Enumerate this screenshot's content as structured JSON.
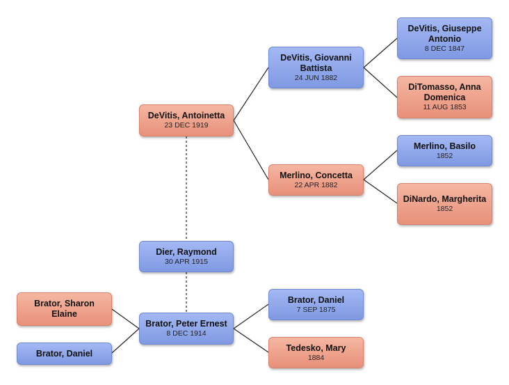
{
  "colors": {
    "male": "#8ea6ec",
    "female": "#f0a28b",
    "line": "#222222"
  },
  "people": {
    "antoinetta": {
      "name": "DeVitis, Antoinetta",
      "date": "23 DEC 1919"
    },
    "raymond": {
      "name": "Dier, Raymond",
      "date": "30 APR 1915"
    },
    "peter": {
      "name": "Brator, Peter Ernest",
      "date": "8 DEC 1914"
    },
    "sharon": {
      "name": "Brator, Sharon Elaine",
      "date": ""
    },
    "daniel_jr": {
      "name": "Brator, Daniel",
      "date": ""
    },
    "giovanni": {
      "name": "DeVitis, Giovanni Battista",
      "date": "24 JUN 1882"
    },
    "concetta": {
      "name": "Merlino, Concetta",
      "date": "22 APR 1882"
    },
    "giuseppe": {
      "name": "DeVitis, Giuseppe Antonio",
      "date": "8 DEC 1847"
    },
    "anna": {
      "name": "DiTomasso, Anna Domenica",
      "date": "11 AUG 1853"
    },
    "basilo": {
      "name": "Merlino, Basilo",
      "date": "1852"
    },
    "margherita": {
      "name": "DiNardo, Margherita",
      "date": "1852"
    },
    "daniel_sr": {
      "name": "Brator, Daniel",
      "date": "7 SEP 1875"
    },
    "mary": {
      "name": "Tedesko, Mary",
      "date": "1884"
    }
  }
}
